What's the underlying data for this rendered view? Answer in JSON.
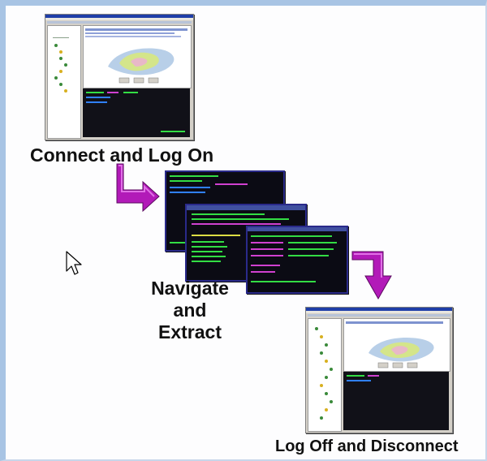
{
  "steps": {
    "connect": "Connect and Log On",
    "navigate_line1": "Navigate",
    "navigate_line2": "and",
    "navigate_line3": "Extract",
    "disconnect": "Log Off and Disconnect"
  },
  "colors": {
    "arrow": "#b21ab8",
    "arrow_highlight": "#e070e6",
    "frame_border": "#a8c4e4",
    "terminal_bg": "#0b0b14",
    "terminal_green": "#33dd44",
    "terminal_magenta": "#d040d0"
  },
  "icons": {
    "cursor": "mouse-pointer-icon"
  }
}
